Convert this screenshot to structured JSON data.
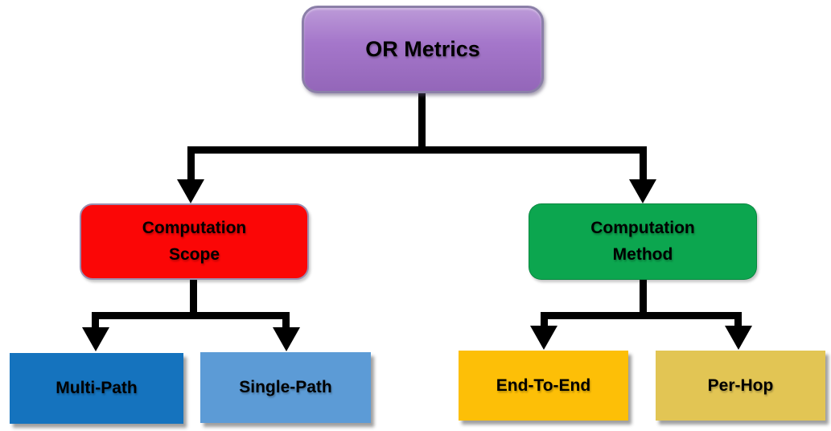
{
  "diagram": {
    "connector_color": "#000000",
    "nodes": {
      "root": {
        "label": "OR Metrics",
        "fill": "#9F6EC7"
      },
      "scope": {
        "lines": [
          "Computation",
          "Scope"
        ],
        "fill": "#FB0606"
      },
      "method": {
        "lines": [
          "Computation",
          "Method"
        ],
        "fill": "#0CA64F"
      },
      "multi_path": {
        "label": "Multi-Path",
        "fill": "#1573BE"
      },
      "single_path": {
        "label": "Single-Path",
        "fill": "#5C9BD6"
      },
      "end_to_end": {
        "label": "End-To-End",
        "fill": "#FDBF07"
      },
      "per_hop": {
        "label": "Per-Hop",
        "fill": "#E2C554"
      }
    }
  }
}
